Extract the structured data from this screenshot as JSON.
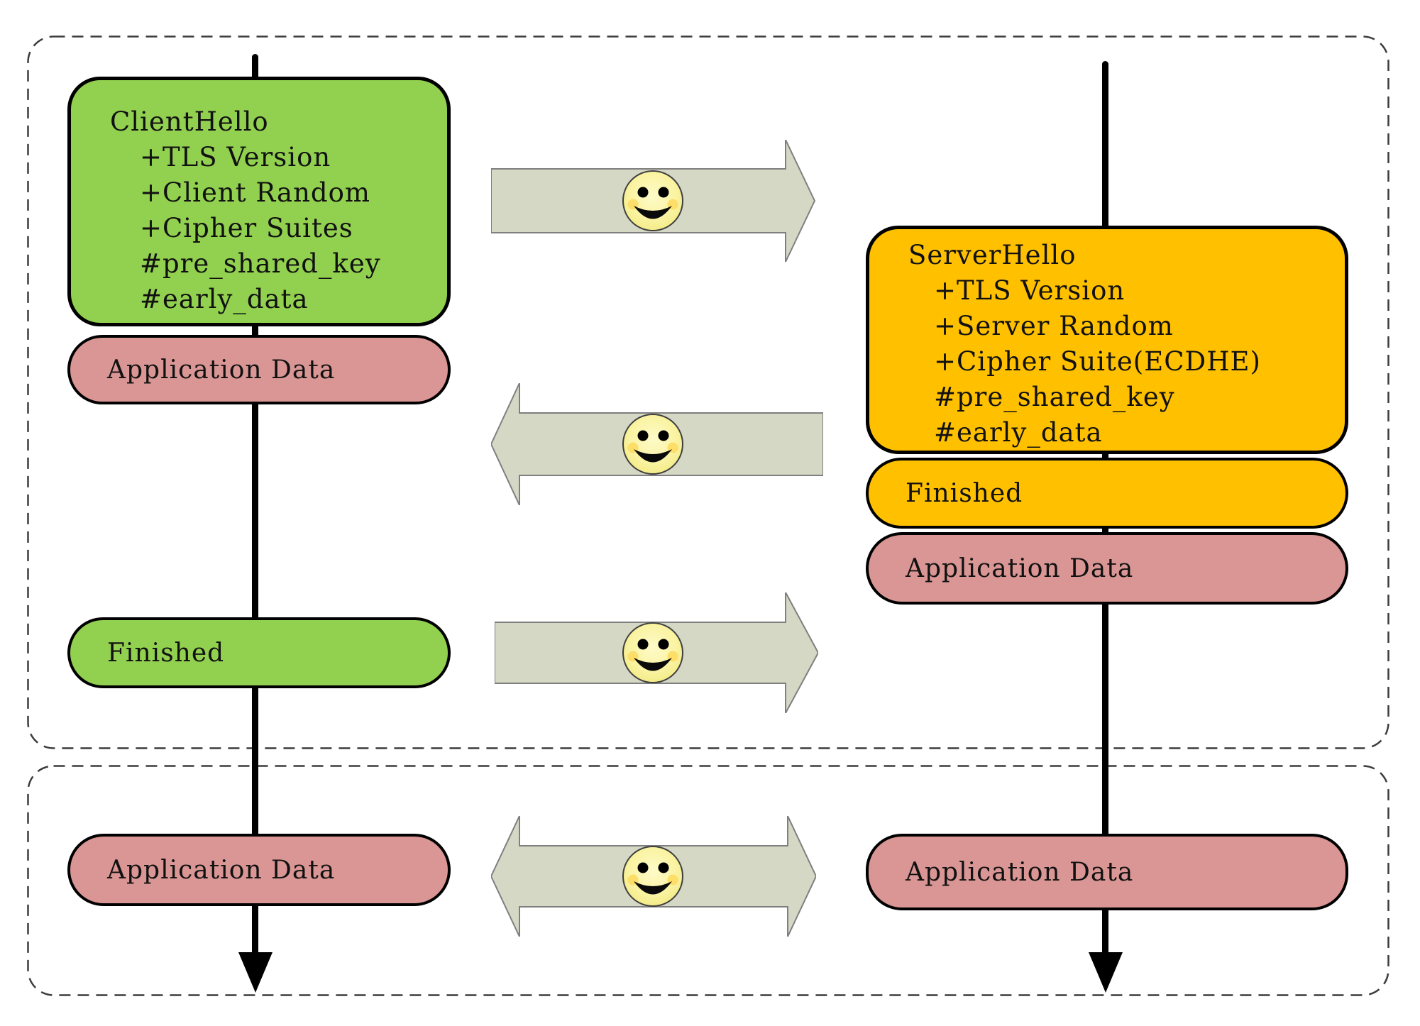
{
  "handshake": {
    "client": {
      "hello": {
        "title": "ClientHello",
        "fields": [
          "+TLS Version",
          "+Client Random",
          "+Cipher Suites",
          "#pre_shared_key",
          "#early_data"
        ]
      },
      "early_application_data_label": "Application Data",
      "finished_label": "Finished"
    },
    "server": {
      "hello": {
        "title": "ServerHello",
        "fields": [
          "+TLS Version",
          "+Server Random",
          "+Cipher Suite(ECDHE)",
          "#pre_shared_key",
          "#early_data"
        ]
      },
      "finished_label": "Finished",
      "application_data_label": "Application Data"
    }
  },
  "post_handshake": {
    "client_application_data_label": "Application Data",
    "server_application_data_label": "Application Data"
  },
  "messages": [
    {
      "id": "client-flight",
      "direction": "right",
      "icon": "smiley-face-icon"
    },
    {
      "id": "server-flight",
      "direction": "left",
      "icon": "smiley-face-icon"
    },
    {
      "id": "client-finished-flight",
      "direction": "right",
      "icon": "smiley-face-icon"
    },
    {
      "id": "application-data-exchange",
      "direction": "both",
      "icon": "smiley-face-icon"
    }
  ],
  "colors": {
    "client_box_fill": "#92D050",
    "server_box_fill": "#FFC000",
    "application_data_fill": "#D99694",
    "arrow_fill": "#D6D8C6",
    "arrow_border": "#7F7F7F",
    "smiley_fill_center": "#FEFBC8",
    "smiley_fill_edge": "#F1E97E",
    "outline": "#000000"
  }
}
